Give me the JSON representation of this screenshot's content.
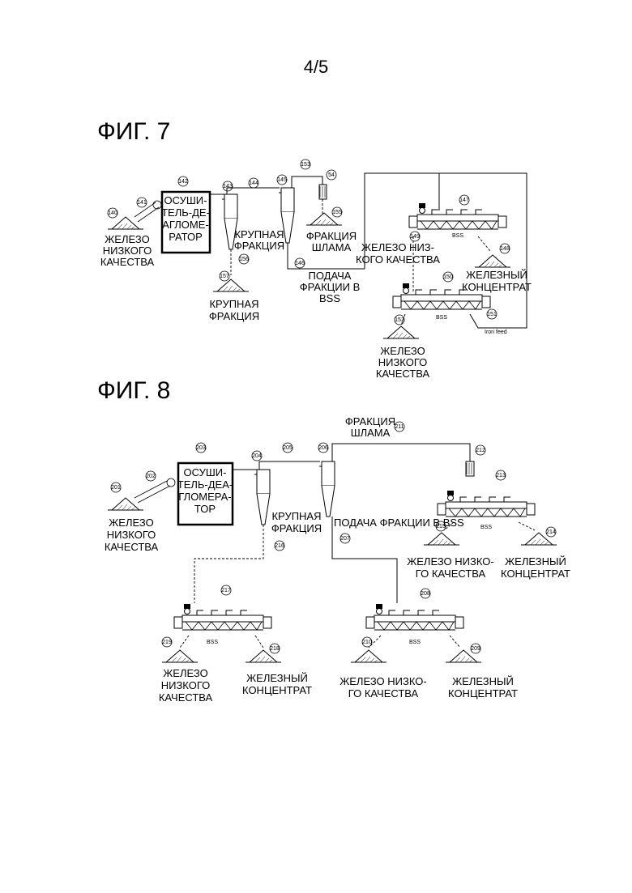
{
  "page": {
    "number": "4/5"
  },
  "fig7": {
    "title": "ФИГ. 7",
    "labels": {
      "feed": [
        "ЖЕЛЕЗО",
        "НИЗКОГО",
        "КАЧЕСТВА"
      ],
      "dryer": [
        "ОСУШИ-",
        "ТЕЛЬ-ДЕ-",
        "АГЛОМЕ-",
        "РАТОР"
      ],
      "coarse_side": [
        "КРУПНАЯ",
        "ФРАКЦИЯ"
      ],
      "coarse_bottom": [
        "КРУПНАЯ",
        "ФРАКЦИЯ"
      ],
      "slime": [
        "ФРАКЦИЯ",
        "ШЛАМА"
      ],
      "feed_bss": [
        "ПОДАЧА",
        "ФРАКЦИИ В",
        "BSS"
      ],
      "low_grade_mid": [
        "ЖЕЛЕЗО НИЗ-",
        "КОГО КАЧЕСТВА"
      ],
      "concentrate": [
        "ЖЕЛЕЗНЫЙ",
        "КОНЦЕНТРАТ"
      ],
      "low_grade_bottom": [
        "ЖЕЛЕЗО",
        "НИЗКОГО",
        "КАЧЕСТВА"
      ],
      "bss1": "BSS",
      "bss2": "BSS",
      "iron_feed": "Iron feed"
    },
    "refs": [
      "140",
      "141",
      "142",
      "143",
      "144",
      "145",
      "153",
      "54",
      "155",
      "156",
      "157",
      "146",
      "147",
      "149",
      "148",
      "150",
      "151",
      "152"
    ]
  },
  "fig8": {
    "title": "ФИГ. 8",
    "labels": {
      "feed": [
        "ЖЕЛЕЗО",
        "НИЗКОГО",
        "КАЧЕСТВА"
      ],
      "dryer": [
        "ОСУШИ-",
        "ТЕЛЬ-ДЕА-",
        "ГЛОМЕРА-",
        "ТОР"
      ],
      "slime": [
        "ФРАКЦИЯ",
        "ШЛАМА"
      ],
      "coarse": [
        "КРУПНАЯ",
        "ФРАКЦИЯ"
      ],
      "feed_bss": "ПОДАЧА ФРАКЦИИ В BSS",
      "low_grade_right": [
        "ЖЕЛЕЗО НИЗКО-",
        "ГО КАЧЕСТВА"
      ],
      "concentrate_right": [
        "ЖЕЛЕЗНЫЙ",
        "КОНЦЕНТРАТ"
      ],
      "low_grade_left": [
        "ЖЕЛЕЗО",
        "НИЗКОГО",
        "КАЧЕСТВА"
      ],
      "concentrate_left": [
        "ЖЕЛЕЗНЫЙ",
        "КОНЦЕНТРАТ"
      ],
      "low_grade_center": [
        "ЖЕЛЕЗО НИЗКО-",
        "ГО КАЧЕСТВА"
      ],
      "concentrate_center": [
        "ЖЕЛЕЗНЫЙ",
        "КОНЦЕНТРАТ"
      ],
      "bss_right": "BSS",
      "bss_left": "BSS",
      "bss_center": "BSS"
    },
    "refs": [
      "201",
      "202",
      "203",
      "204",
      "205",
      "206",
      "211",
      "212",
      "213",
      "215",
      "214",
      "216",
      "207",
      "217",
      "219",
      "218",
      "208",
      "210",
      "209"
    ]
  }
}
